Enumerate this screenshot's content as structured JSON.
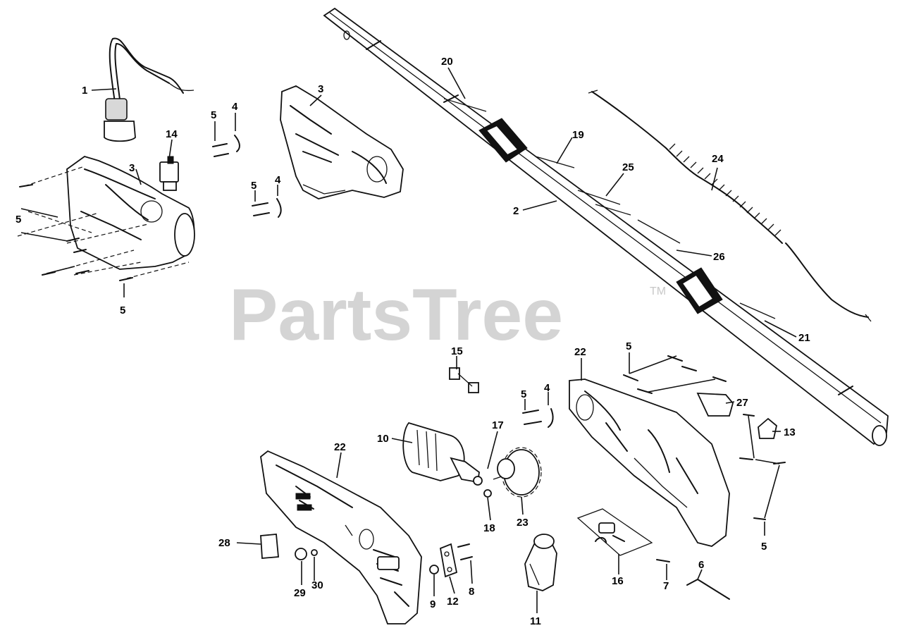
{
  "watermark": {
    "text": "PartsTree",
    "trademark": "TM"
  },
  "callouts": [
    {
      "id": "c1",
      "label": "1"
    },
    {
      "id": "c3a",
      "label": "3"
    },
    {
      "id": "c3b",
      "label": "3"
    },
    {
      "id": "c14",
      "label": "14"
    },
    {
      "id": "c5a",
      "label": "5"
    },
    {
      "id": "c4a",
      "label": "4"
    },
    {
      "id": "c5b",
      "label": "5"
    },
    {
      "id": "c4b",
      "label": "4"
    },
    {
      "id": "c5c",
      "label": "5"
    },
    {
      "id": "c5d",
      "label": "5"
    },
    {
      "id": "c20",
      "label": "20"
    },
    {
      "id": "c19",
      "label": "19"
    },
    {
      "id": "c25",
      "label": "25"
    },
    {
      "id": "c2",
      "label": "2"
    },
    {
      "id": "c24",
      "label": "24"
    },
    {
      "id": "c26",
      "label": "26"
    },
    {
      "id": "c21",
      "label": "21"
    },
    {
      "id": "c15",
      "label": "15"
    },
    {
      "id": "c22a",
      "label": "22"
    },
    {
      "id": "c5e",
      "label": "5"
    },
    {
      "id": "c27",
      "label": "27"
    },
    {
      "id": "c13",
      "label": "13"
    },
    {
      "id": "c5f",
      "label": "5"
    },
    {
      "id": "c4c",
      "label": "4"
    },
    {
      "id": "c5g",
      "label": "5"
    },
    {
      "id": "c10",
      "label": "10"
    },
    {
      "id": "c17",
      "label": "17"
    },
    {
      "id": "c22b",
      "label": "22"
    },
    {
      "id": "c18",
      "label": "18"
    },
    {
      "id": "c23",
      "label": "23"
    },
    {
      "id": "c28",
      "label": "28"
    },
    {
      "id": "c29",
      "label": "29"
    },
    {
      "id": "c30",
      "label": "30"
    },
    {
      "id": "c9",
      "label": "9"
    },
    {
      "id": "c12",
      "label": "12"
    },
    {
      "id": "c8",
      "label": "8"
    },
    {
      "id": "c11",
      "label": "11"
    },
    {
      "id": "c16",
      "label": "16"
    },
    {
      "id": "c7",
      "label": "7"
    },
    {
      "id": "c6",
      "label": "6"
    }
  ]
}
